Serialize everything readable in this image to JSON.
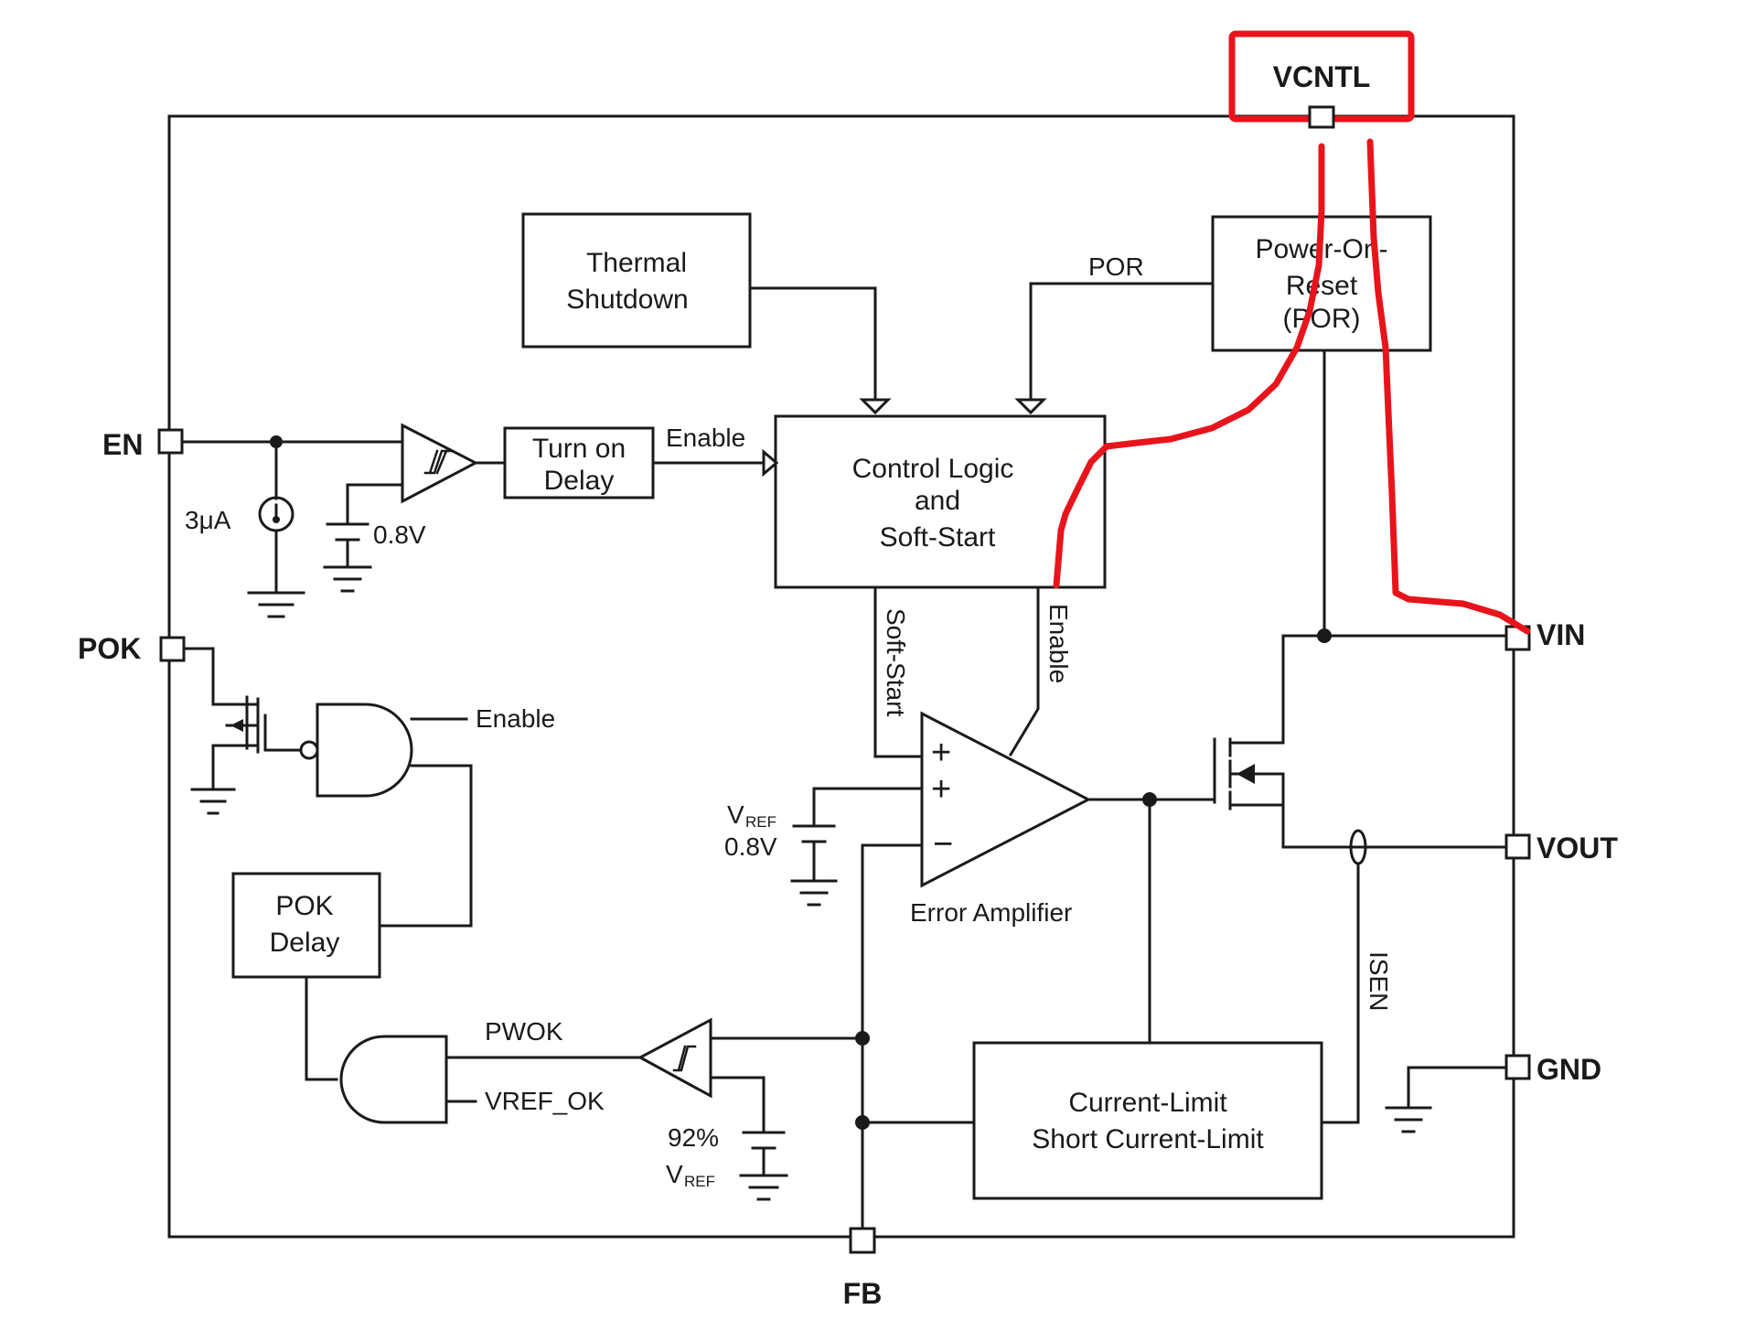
{
  "pins": {
    "vcntl": "VCNTL",
    "en": "EN",
    "pok": "POK",
    "vin": "VIN",
    "vout": "VOUT",
    "gnd": "GND",
    "fb": "FB"
  },
  "blocks": {
    "thermal": [
      "Thermal",
      "Shutdown"
    ],
    "por": [
      "Power-On-",
      "Reset",
      "(POR)"
    ],
    "turn_on_delay": [
      "Turn on",
      "Delay"
    ],
    "control_logic": [
      "Control Logic",
      "and",
      "Soft-Start"
    ],
    "pok_delay": [
      "POK",
      "Delay"
    ],
    "current_limit": [
      "Current-Limit",
      "Short Current-Limit"
    ]
  },
  "labels": {
    "por_signal": "POR",
    "enable_top": "Enable",
    "enable_pok": "Enable",
    "enable_vertical": "Enable",
    "soft_start_vertical": "Soft-Start",
    "current_source": "3μA",
    "threshold_en": "0.8V",
    "vref_main": "V",
    "vref_main_sub": "REF",
    "vref_main_value": "0.8V",
    "error_amplifier": "Error Amplifier",
    "pwok": "PWOK",
    "vref_ok": "VREF_OK",
    "percent_92": "92%",
    "vref_pwok": "V",
    "vref_pwok_sub": "REF",
    "isen": "ISEN",
    "plus_1": "+",
    "plus_2": "+",
    "minus_ea": "−"
  },
  "colors": {
    "highlight": "#e8141b",
    "ink": "#1a1a1a"
  }
}
